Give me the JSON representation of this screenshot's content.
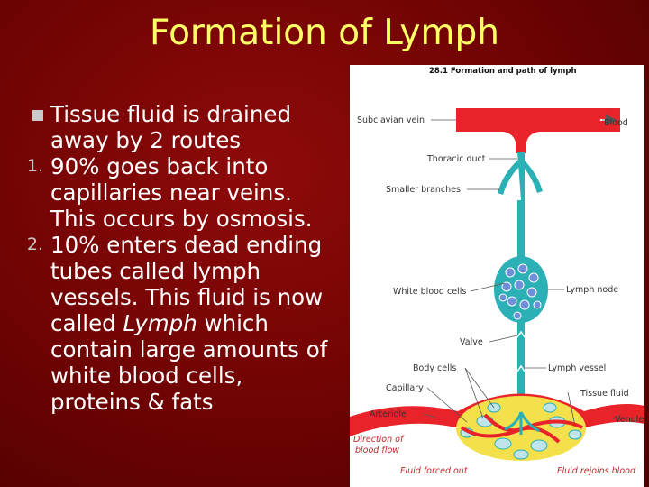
{
  "slide": {
    "title": "Formation of Lymph",
    "bullets": [
      {
        "marker": "n",
        "text": "Tissue fluid is drained away by 2 routes"
      },
      {
        "marker": "1.",
        "text": "90% goes back into capillaries near veins. This occurs by osmosis."
      },
      {
        "marker": "2.",
        "text_before": "10% enters dead ending tubes called lymph vessels. This fluid is now called ",
        "emphasis": "Lymph",
        "text_after": " which contain large amounts of white blood cells, proteins & fats"
      }
    ]
  },
  "figure": {
    "title": "28.1 Formation and path of lymph",
    "labels": {
      "subclavian_vein": "Subclavian vein",
      "blood": "Blood",
      "thoracic_duct": "Thoracic duct",
      "smaller_branches": "Smaller branches",
      "white_blood_cells": "White blood cells",
      "lymph_node": "Lymph node",
      "valve": "Valve",
      "body_cells": "Body cells",
      "lymph_vessel": "Lymph vessel",
      "capillary": "Capillary",
      "tissue_fluid": "Tissue fluid",
      "arteriole": "Arteriole",
      "venule": "Venule",
      "direction_line1": "Direction of",
      "direction_line2": "blood flow",
      "fluid_forced_out": "Fluid forced out",
      "fluid_rejoins_blood": "Fluid rejoins blood"
    },
    "colors": {
      "blood": "#e8232a",
      "lymph": "#2bb0b5",
      "label_line": "#555555"
    }
  }
}
